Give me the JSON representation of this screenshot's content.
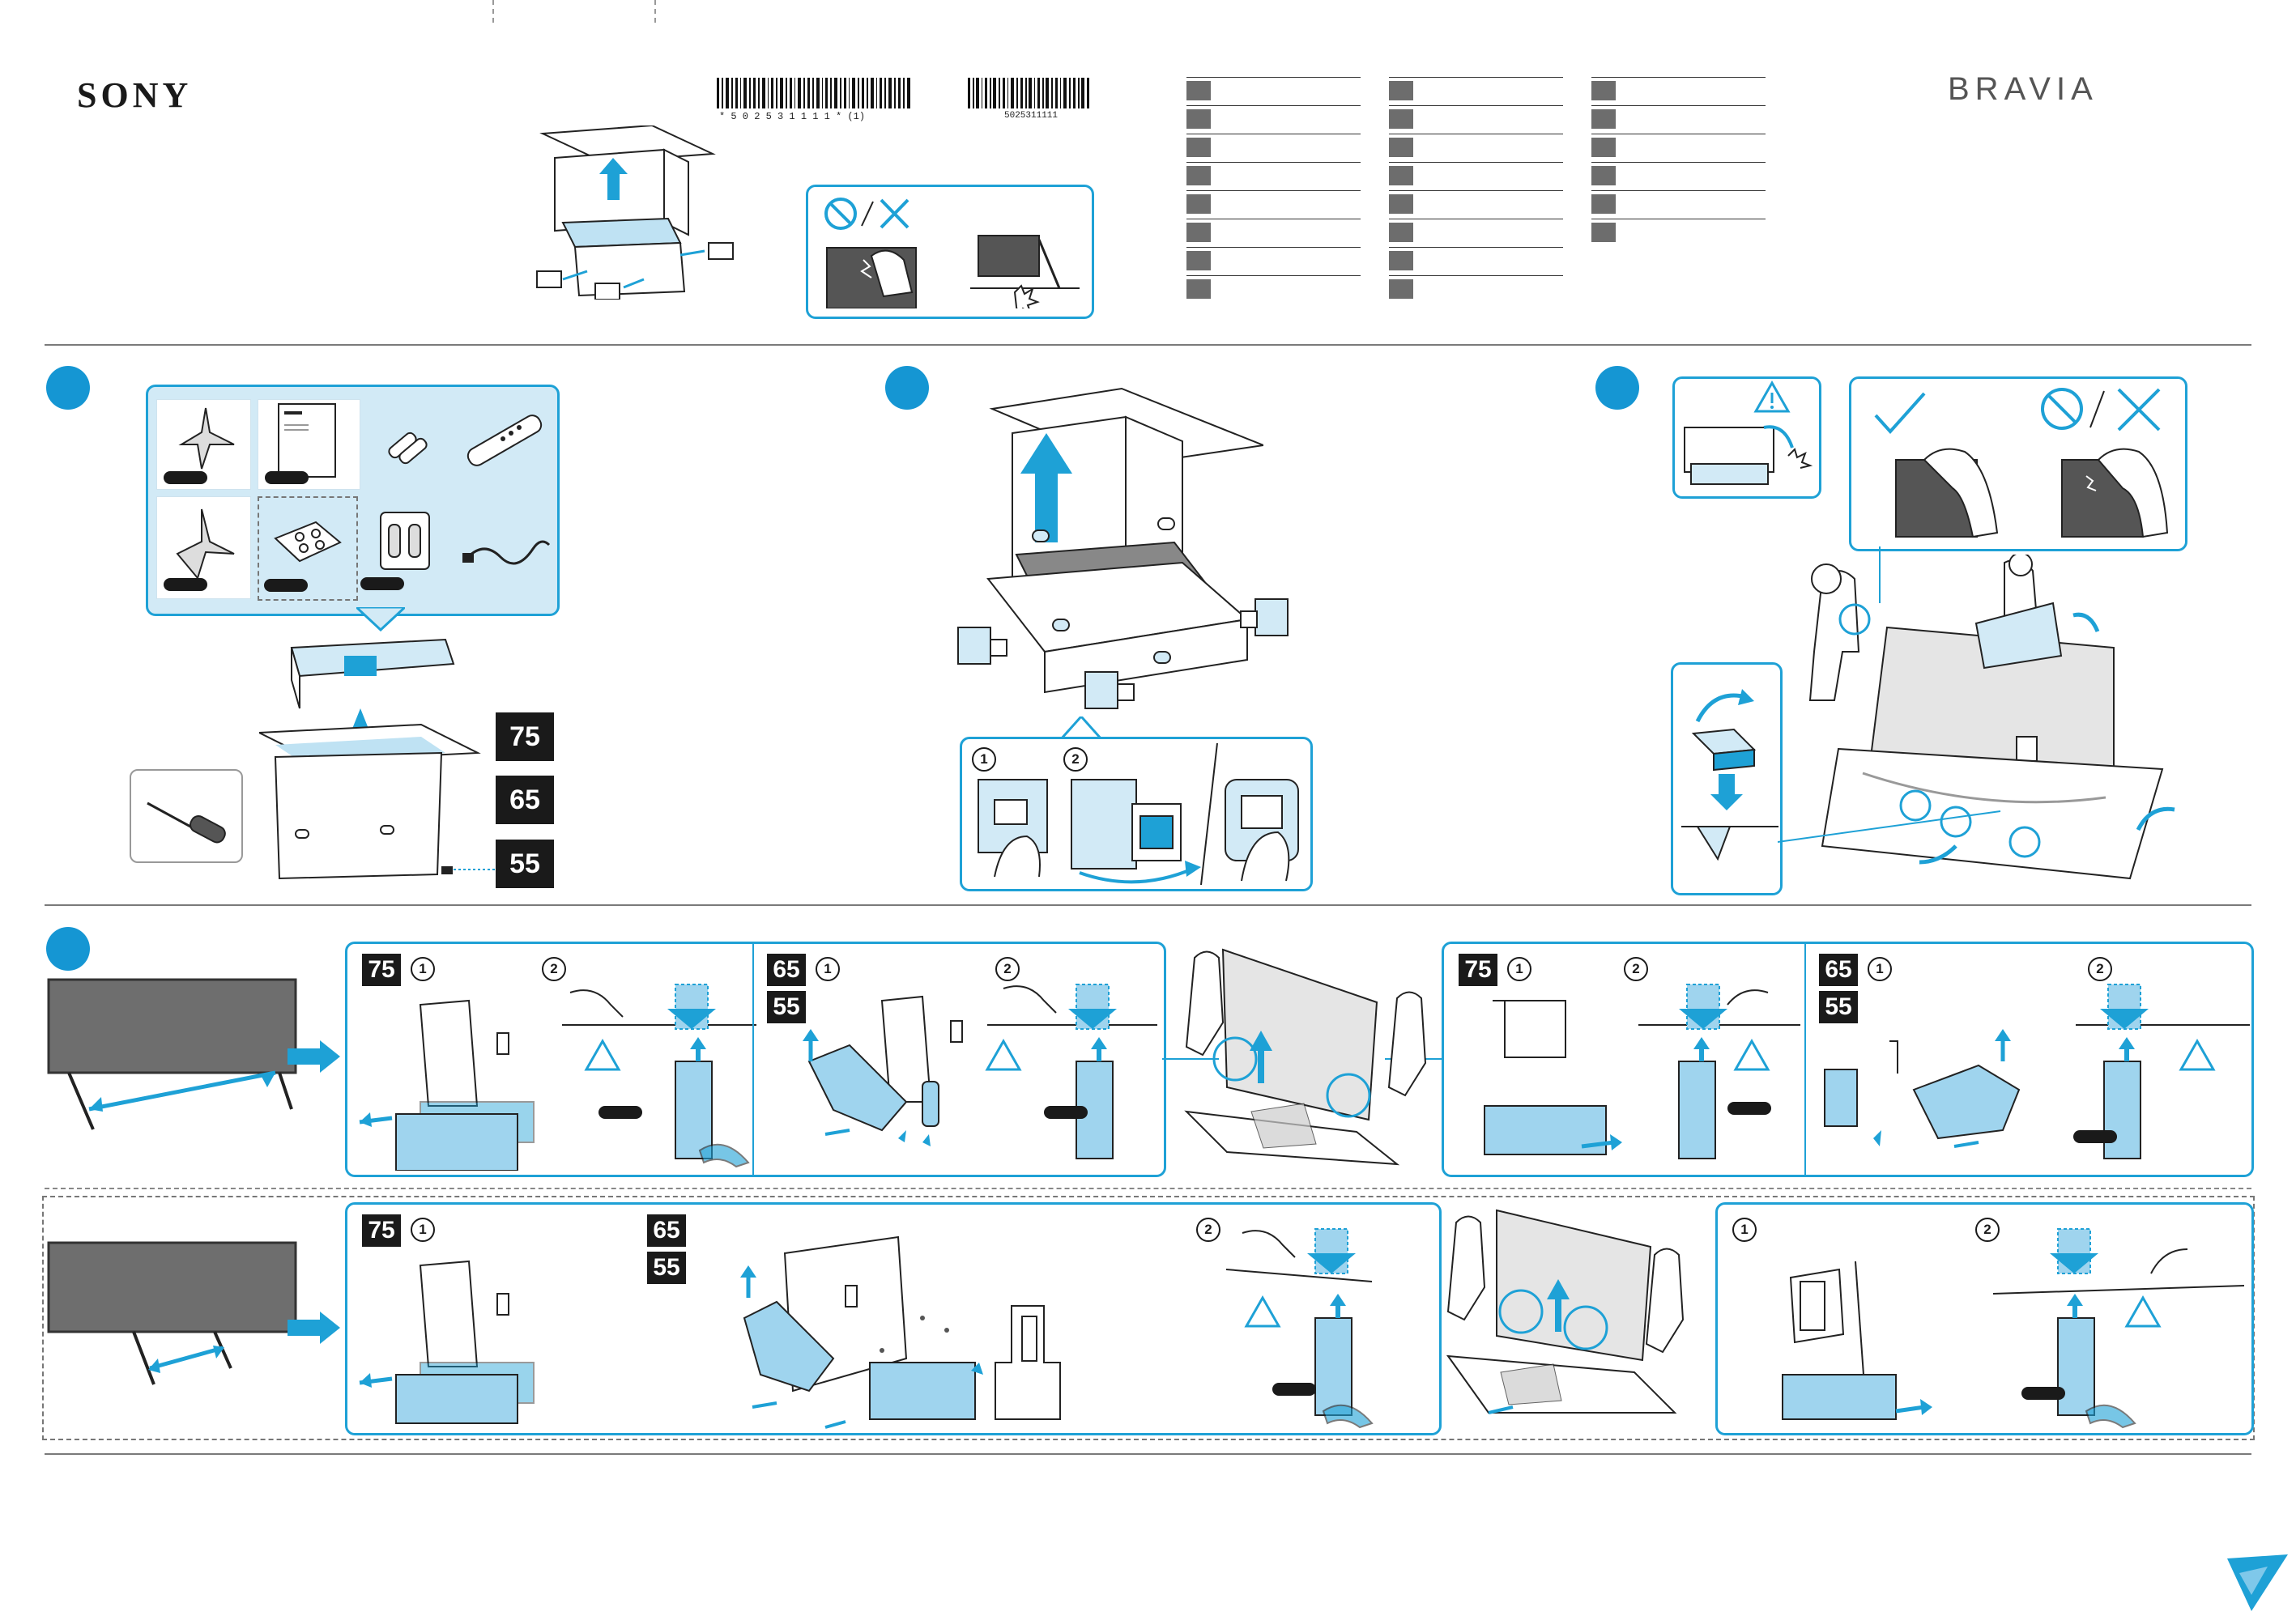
{
  "header": {
    "brand": "SONY",
    "product_line": "BRAVIA",
    "barcode_1_text": "* 5 0 2 5 3 1 1 1 1 * (1)",
    "barcode_2_text": "5025311111"
  },
  "language_columns": [
    {
      "rows": 8
    },
    {
      "rows": 8
    },
    {
      "rows": 6
    }
  ],
  "accessories": {
    "size_labels": [
      "75",
      "65",
      "55"
    ]
  },
  "stand_install": {
    "panel_a": {
      "size": "75",
      "step_1": "1",
      "step_2": "2"
    },
    "panel_b": {
      "sizes": [
        "65",
        "55"
      ],
      "step_1": "1",
      "step_2": "2"
    },
    "panel_c": {
      "size": "75",
      "step_1": "1",
      "step_2": "2"
    },
    "panel_d": {
      "sizes": [
        "65",
        "55"
      ],
      "step_1": "1",
      "step_2": "2"
    },
    "panel_e": {
      "size": "75",
      "sizes_b": [
        "65",
        "55"
      ],
      "step_1": "1",
      "step_2": "2"
    },
    "panel_f": {
      "step_1": "1",
      "step_2": "2"
    }
  },
  "unpack": {
    "step_1": "1",
    "step_2": "2"
  },
  "colors": {
    "accent": "#1EA1D6",
    "panel_fill": "#D2EAF6",
    "dark": "#1A1A1A"
  }
}
